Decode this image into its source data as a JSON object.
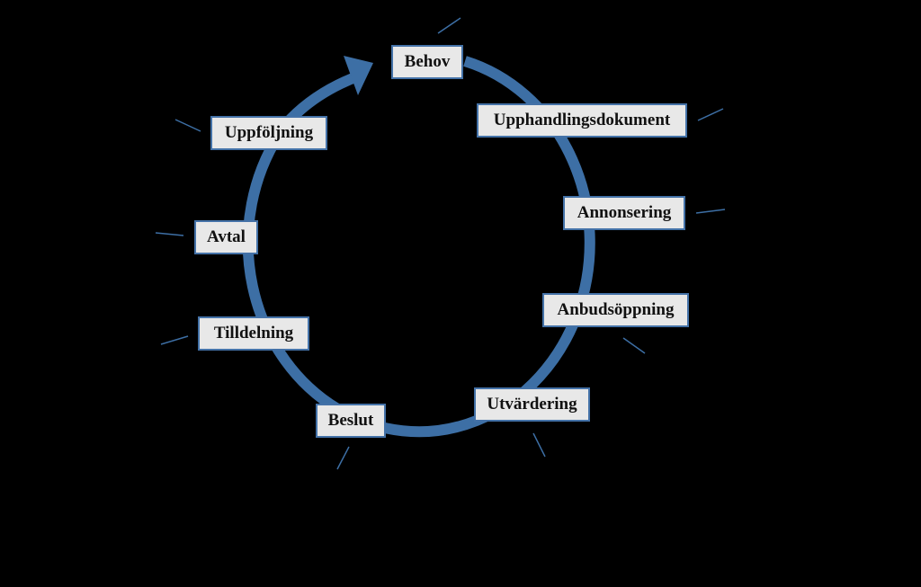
{
  "colors": {
    "background": "#000000",
    "cycle_arrow": "#3d6fa5",
    "box_fill": "#e8e8e8",
    "box_border": "#4472a8",
    "leader_line": "#3d6fa5"
  },
  "cycle": {
    "direction": "clockwise",
    "steps": [
      {
        "label": "Behov"
      },
      {
        "label": "Upphandlingsdokument"
      },
      {
        "label": "Annonsering"
      },
      {
        "label": "Anbudsöppning"
      },
      {
        "label": "Utvärdering"
      },
      {
        "label": "Beslut"
      },
      {
        "label": "Tilldelning"
      },
      {
        "label": "Avtal"
      },
      {
        "label": "Uppföljning"
      }
    ]
  }
}
